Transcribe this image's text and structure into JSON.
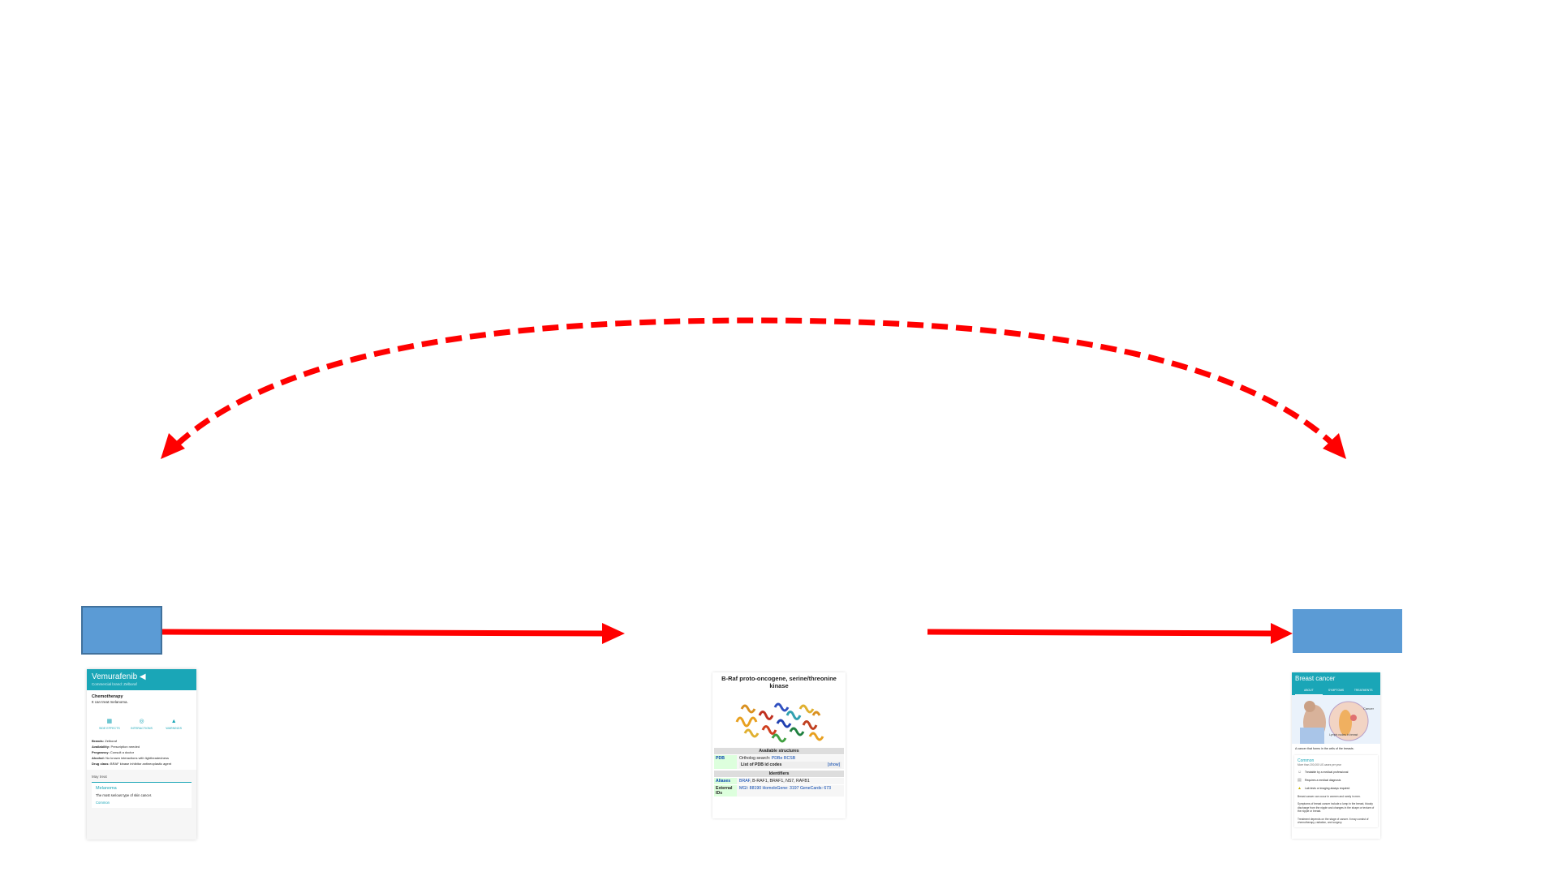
{
  "drug_card": {
    "title": "Vemurafenib ◀",
    "subtitle": "Commercial brand: Zelboraf",
    "category": "Chemotherapy",
    "category_desc": "It can treat melanoma.",
    "actions": [
      {
        "icon": "grid-icon",
        "glyph": "▦",
        "label": "SIDE EFFECTS"
      },
      {
        "icon": "interactions-icon",
        "glyph": "◎",
        "label": "INTERACTIONS"
      },
      {
        "icon": "warning-icon",
        "glyph": "▲",
        "label": "WARNINGS"
      }
    ],
    "facts": [
      {
        "label": "Brands:",
        "value": "Zelboraf"
      },
      {
        "label": "Availability:",
        "value": "Prescription needed"
      },
      {
        "label": "Pregnancy:",
        "value": "Consult a doctor"
      },
      {
        "label": "Alcohol:",
        "value": "No known interactions with lightheadedness"
      },
      {
        "label": "Drug class:",
        "value": "BRAF kinase inhibitor antineoplastic agent"
      }
    ],
    "may_treat_heading": "May treat",
    "may_treat_title": "Melanoma",
    "may_treat_desc": "The most serious type of skin cancer.",
    "may_treat_link": "Common"
  },
  "protein_card": {
    "title": "B-Raf proto-oncogene, serine/threonine kinase",
    "available_structures_heading": "Available structures",
    "pdb_label": "PDB",
    "ortholog_prefix": "Ortholog search: ",
    "ortholog_links": "PDBe RCSB",
    "pdb_list_label": "List of PDB id codes",
    "show_link": "[show]",
    "identifiers_heading": "Identifiers",
    "aliases_label": "Aliases",
    "aliases_link": "BRAF",
    "aliases_rest": ", B-RAF1, BRAF1, NS7, RAFB1",
    "external_label": "External IDs",
    "external_value": "MGI: 88190 HomoloGene: 3197 GeneCards: 673"
  },
  "condition_card": {
    "title": "Breast cancer",
    "tabs": [
      "ABOUT",
      "SYMPTOMS",
      "TREATMENTS"
    ],
    "image_labels": [
      "Cancer",
      "Lymph nodes in breast"
    ],
    "description": "A cancer that forms in the cells of the breasts.",
    "subtitle": "Common",
    "subdesc": "More than 200,000 US cases per year",
    "facts": [
      {
        "icon": "person-icon",
        "text": "Treatable by a medical professional"
      },
      {
        "icon": "document-icon",
        "text": "Requires a medical diagnosis"
      },
      {
        "icon": "flask-icon",
        "text": "Lab tests or imaging always required"
      }
    ],
    "para1": "Breast cancer can occur in women and rarely in men.",
    "para2": "Symptoms of breast cancer include a lump in the breast, bloody discharge from the nipple and changes in the shape or texture of the nipple or breast.",
    "para3": "Treatment depends on the stage of cancer. It may consist of chemotherapy, radiation, and surgery."
  },
  "colors": {
    "arrow": "#ff0000",
    "node": "#5b9bd5",
    "node_border": "#41719c",
    "teal": "#1aa6b7"
  }
}
